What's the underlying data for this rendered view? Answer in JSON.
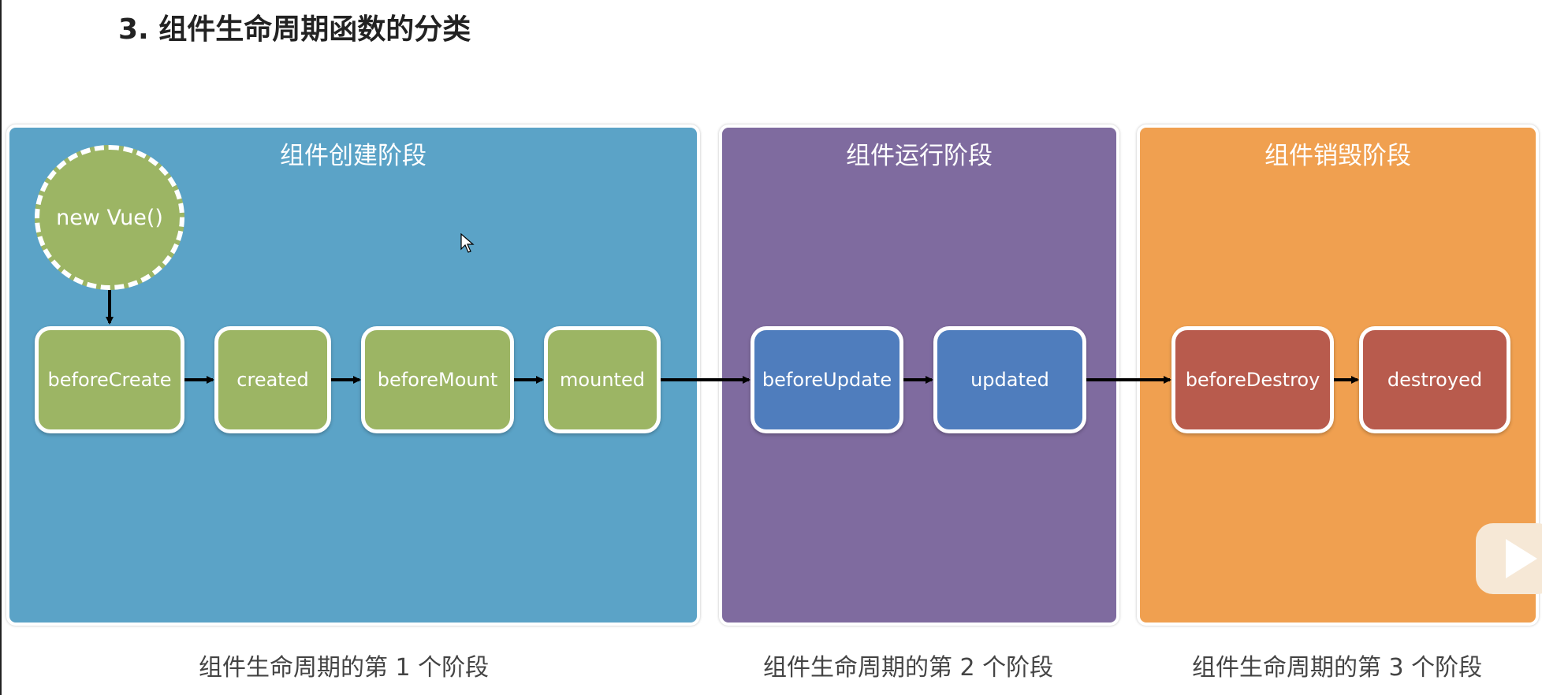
{
  "title": "3. 组件生命周期函数的分类",
  "stages": [
    {
      "title": "组件创建阶段",
      "caption": "组件生命周期的第 1 个阶段",
      "color": "#5ba3c7"
    },
    {
      "title": "组件运行阶段",
      "caption": "组件生命周期的第 2 个阶段",
      "color": "#7f6b9f"
    },
    {
      "title": "组件销毁阶段",
      "caption": "组件生命周期的第 3 个阶段",
      "color": "#f0a050"
    }
  ],
  "start_node": "new Vue()",
  "nodes": [
    {
      "label": "beforeCreate",
      "color": "#9cb564"
    },
    {
      "label": "created",
      "color": "#9cb564"
    },
    {
      "label": "beforeMount",
      "color": "#9cb564"
    },
    {
      "label": "mounted",
      "color": "#9cb564"
    },
    {
      "label": "beforeUpdate",
      "color": "#4f7dbd"
    },
    {
      "label": "updated",
      "color": "#4f7dbd"
    },
    {
      "label": "beforeDestroy",
      "color": "#b85b4d"
    },
    {
      "label": "destroyed",
      "color": "#b85b4d"
    }
  ]
}
